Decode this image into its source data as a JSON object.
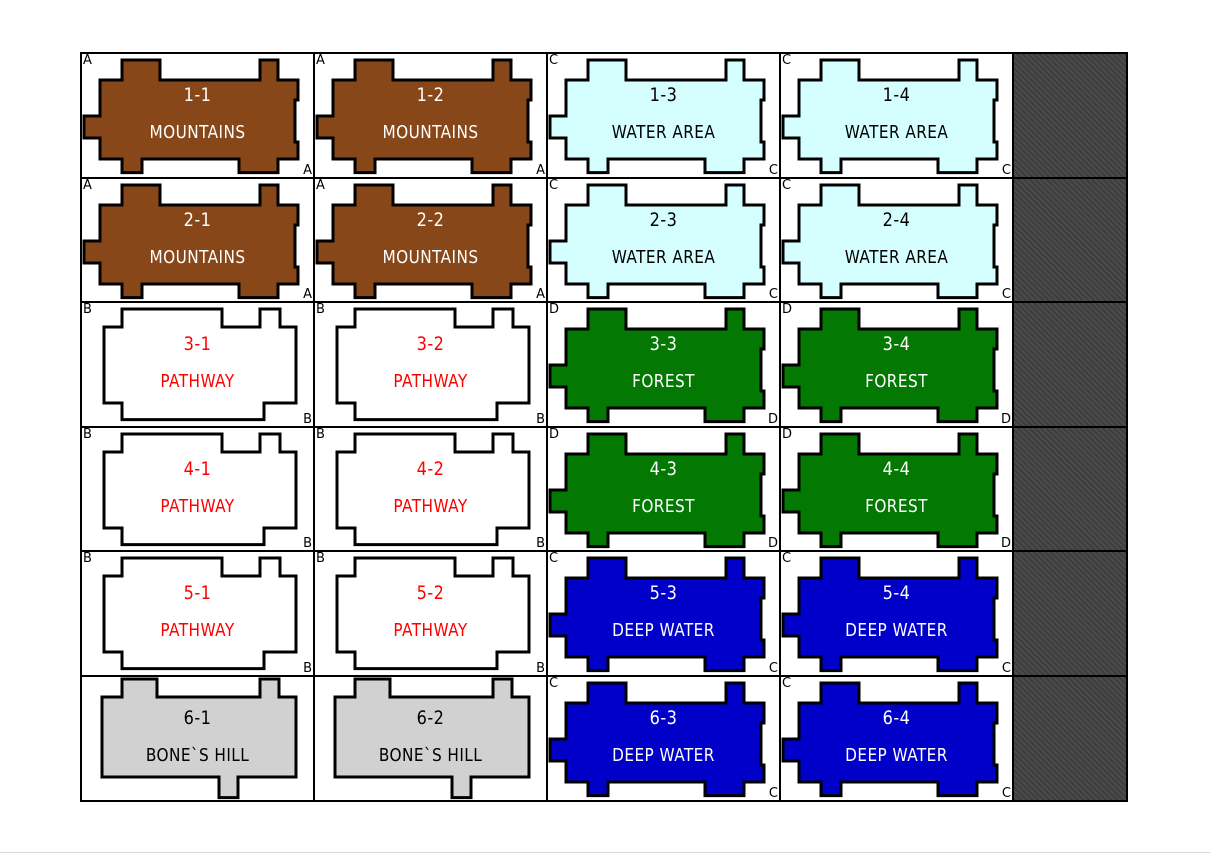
{
  "colors": {
    "mountains": "#884719",
    "water_area": "#d5ffff",
    "pathway": "#ffffff",
    "forest": "#037803",
    "deep_water": "#0000c8",
    "bones_hill": "#d1d1d1",
    "sidebar": "#444444",
    "pathway_text": "#ff0000",
    "light_text": "#ffffff",
    "dark_text": "#000000"
  },
  "tiles": [
    {
      "id": "1-1",
      "name": "MOUNTAINS",
      "corner_tl": "A",
      "corner_br": "A"
    },
    {
      "id": "1-2",
      "name": "MOUNTAINS",
      "corner_tl": "A",
      "corner_br": "A"
    },
    {
      "id": "1-3",
      "name": "WATER AREA",
      "corner_tl": "C",
      "corner_br": "C"
    },
    {
      "id": "1-4",
      "name": "WATER AREA",
      "corner_tl": "C",
      "corner_br": "C"
    },
    {
      "id": "2-1",
      "name": "MOUNTAINS",
      "corner_tl": "A",
      "corner_br": "A"
    },
    {
      "id": "2-2",
      "name": "MOUNTAINS",
      "corner_tl": "A",
      "corner_br": "A"
    },
    {
      "id": "2-3",
      "name": "WATER AREA",
      "corner_tl": "C",
      "corner_br": "C"
    },
    {
      "id": "2-4",
      "name": "WATER AREA",
      "corner_tl": "C",
      "corner_br": "C"
    },
    {
      "id": "3-1",
      "name": "PATHWAY",
      "corner_tl": "B",
      "corner_br": "B"
    },
    {
      "id": "3-2",
      "name": "PATHWAY",
      "corner_tl": "B",
      "corner_br": "B"
    },
    {
      "id": "3-3",
      "name": "FOREST",
      "corner_tl": "D",
      "corner_br": "D"
    },
    {
      "id": "3-4",
      "name": "FOREST",
      "corner_tl": "D",
      "corner_br": "D"
    },
    {
      "id": "4-1",
      "name": "PATHWAY",
      "corner_tl": "B",
      "corner_br": "B"
    },
    {
      "id": "4-2",
      "name": "PATHWAY",
      "corner_tl": "B",
      "corner_br": "B"
    },
    {
      "id": "4-3",
      "name": "FOREST",
      "corner_tl": "D",
      "corner_br": "D"
    },
    {
      "id": "4-4",
      "name": "FOREST",
      "corner_tl": "D",
      "corner_br": "D"
    },
    {
      "id": "5-1",
      "name": "PATHWAY",
      "corner_tl": "B",
      "corner_br": "B"
    },
    {
      "id": "5-2",
      "name": "PATHWAY",
      "corner_tl": "B",
      "corner_br": "B"
    },
    {
      "id": "5-3",
      "name": "DEEP WATER",
      "corner_tl": "C",
      "corner_br": "C"
    },
    {
      "id": "5-4",
      "name": "DEEP WATER",
      "corner_tl": "C",
      "corner_br": "C"
    },
    {
      "id": "6-1",
      "name": "BONE`S HILL",
      "corner_tl": "",
      "corner_br": ""
    },
    {
      "id": "6-2",
      "name": "BONE`S HILL",
      "corner_tl": "",
      "corner_br": ""
    },
    {
      "id": "6-3",
      "name": "DEEP WATER",
      "corner_tl": "C",
      "corner_br": "C"
    },
    {
      "id": "6-4",
      "name": "DEEP WATER",
      "corner_tl": "C",
      "corner_br": "C"
    }
  ]
}
